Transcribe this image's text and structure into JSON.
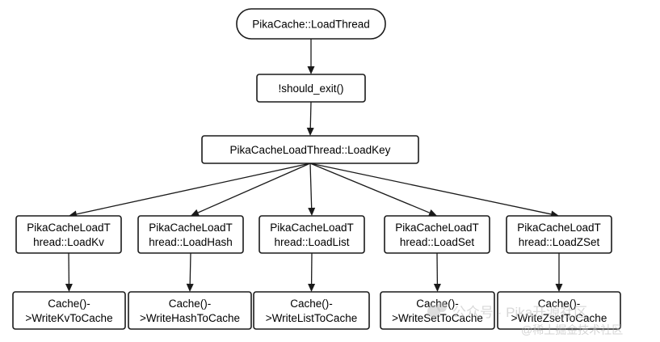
{
  "nodes": {
    "start": {
      "lines": [
        "PikaCache::LoadThread"
      ]
    },
    "loop": {
      "lines": [
        "!should_exit()"
      ]
    },
    "loadkey": {
      "lines": [
        "PikaCacheLoadThread::LoadKey"
      ]
    },
    "loadkv": {
      "lines": [
        "PikaCacheLoadT",
        "hread::LoadKv"
      ]
    },
    "loadhash": {
      "lines": [
        "PikaCacheLoadT",
        "hread::LoadHash"
      ]
    },
    "loadlist": {
      "lines": [
        "PikaCacheLoadT",
        "hread::LoadList"
      ]
    },
    "loadset": {
      "lines": [
        "PikaCacheLoadT",
        "hread::LoadSet"
      ]
    },
    "loadzset": {
      "lines": [
        "PikaCacheLoadT",
        "hread::LoadZSet"
      ]
    },
    "writekv": {
      "lines": [
        "Cache()-",
        ">WriteKvToCache"
      ]
    },
    "writehash": {
      "lines": [
        "Cache()-",
        ">WriteHashToCache"
      ]
    },
    "writelist": {
      "lines": [
        "Cache()-",
        ">WriteListToCache"
      ]
    },
    "writeset": {
      "lines": [
        "Cache()-",
        ">WriteSetToCache"
      ]
    },
    "writezset": {
      "lines": [
        "Cache()-",
        ">WriteZsetToCache"
      ]
    }
  },
  "edges": [
    [
      "start",
      "loop"
    ],
    [
      "loop",
      "loadkey"
    ],
    [
      "loadkey",
      "loadkv"
    ],
    [
      "loadkey",
      "loadhash"
    ],
    [
      "loadkey",
      "loadlist"
    ],
    [
      "loadkey",
      "loadset"
    ],
    [
      "loadkey",
      "loadzset"
    ],
    [
      "loadkv",
      "writekv"
    ],
    [
      "loadhash",
      "writehash"
    ],
    [
      "loadlist",
      "writelist"
    ],
    [
      "loadset",
      "writeset"
    ],
    [
      "loadzset",
      "writezset"
    ]
  ],
  "watermark": {
    "line1": "公众号 · Pika开源社区",
    "line2": "@稀土掘金技术社区"
  }
}
